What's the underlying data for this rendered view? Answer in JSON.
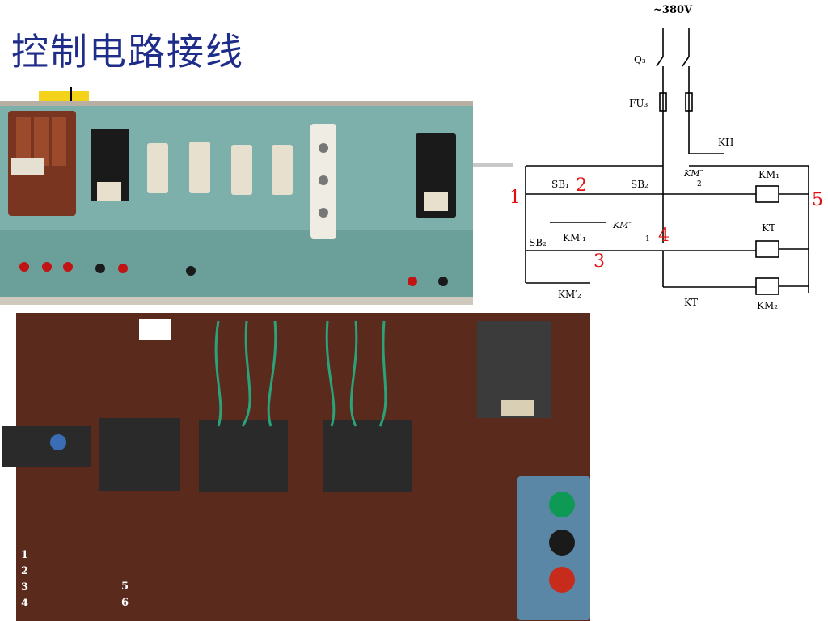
{
  "slide": {
    "title": "控制电路接线"
  },
  "schematic": {
    "supply": "~380V",
    "labels": {
      "q3": "Q₃",
      "fu3": "FU₃",
      "kh": "KH",
      "sb1": "SB₁",
      "sb2_top": "SB₂",
      "sb2_left": "SB₂",
      "km1_contact": "KM′₁",
      "km2_contact": "KM′₂",
      "km_top": "KM″",
      "km_mid": "KM″",
      "small_2": "2",
      "small_1": "1",
      "km1_coil": "KM₁",
      "kt_coil": "KT",
      "kt_contact": "KT",
      "km2_coil": "KM₂"
    },
    "node_numbers": {
      "n1": "1",
      "n2": "2",
      "n3": "3",
      "n4": "4",
      "n5": "5"
    }
  },
  "board": {
    "row_labels": [
      "1",
      "2",
      "3",
      "4",
      "5",
      "6"
    ]
  },
  "colors": {
    "title": "#1f2d8a",
    "accent": "#f3d21a",
    "node_numbers": "#e01010",
    "panel_teal": "#6fa7a2",
    "board_brown": "#5a2a1c"
  }
}
